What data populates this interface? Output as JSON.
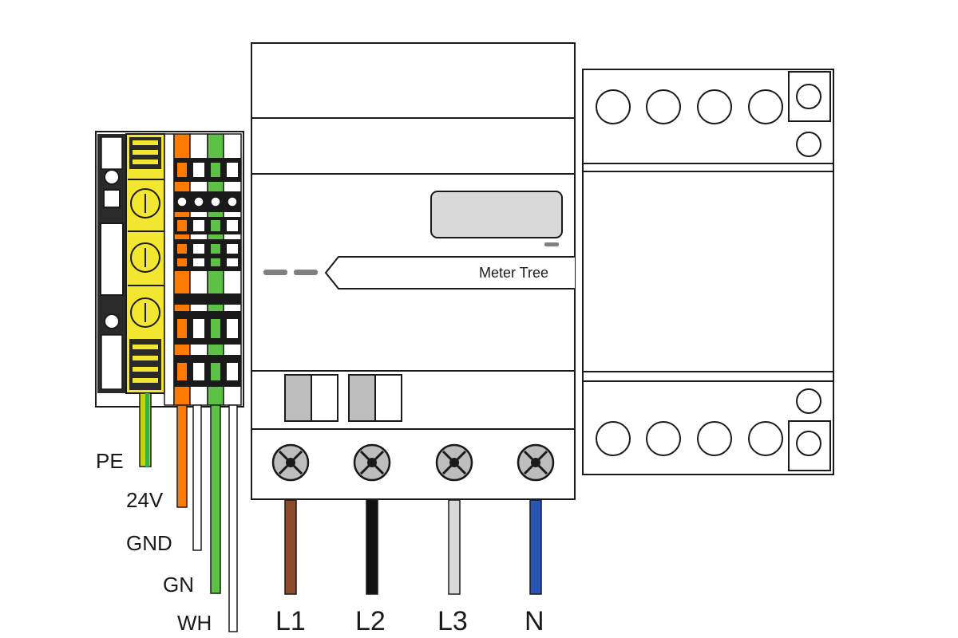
{
  "meter": {
    "label": "Meter Tree"
  },
  "left_wires": [
    {
      "label": "PE",
      "color": "#c9d400",
      "stripe": "#3cb043"
    },
    {
      "label": "24V",
      "color": "#ff7a00"
    },
    {
      "label": "GND",
      "color": "#ffffff"
    },
    {
      "label": "GN",
      "color": "#5cc144"
    },
    {
      "label": "WH",
      "color": "#ffffff"
    }
  ],
  "phase_wires": [
    {
      "label": "L1",
      "color": "#8b4a2b"
    },
    {
      "label": "L2",
      "color": "#111111"
    },
    {
      "label": "L3",
      "color": "#d8d8d8"
    },
    {
      "label": "N",
      "color": "#2b55b5"
    }
  ],
  "colors": {
    "outline": "#1a1a1a",
    "terminal_yellow": "#f2e630",
    "terminal_green": "#5cc144",
    "terminal_orange": "#ff7a00",
    "display_gray": "#d9d9d9",
    "dash_gray": "#808080"
  }
}
